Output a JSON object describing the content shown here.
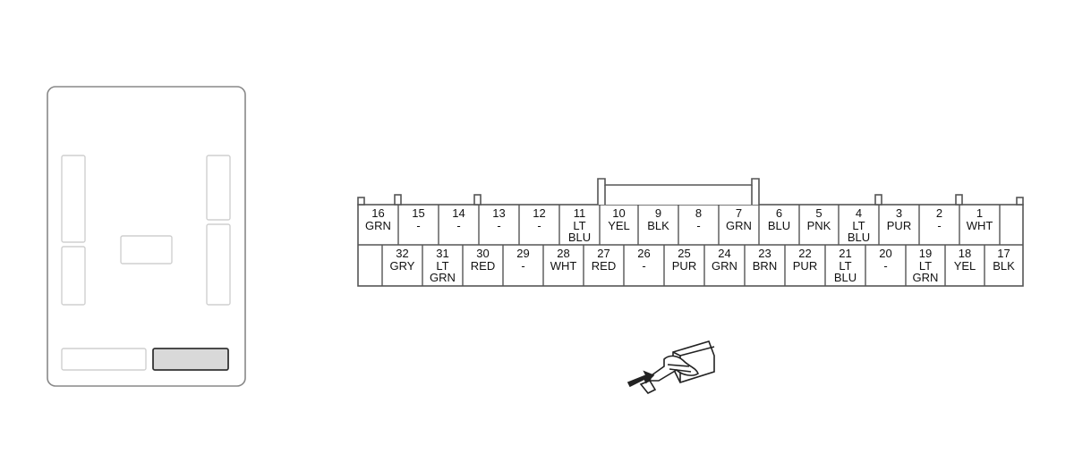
{
  "connector": {
    "top_row": [
      {
        "num": "16",
        "color": [
          "GRN"
        ]
      },
      {
        "num": "15",
        "color": [
          "-"
        ]
      },
      {
        "num": "14",
        "color": [
          "-"
        ]
      },
      {
        "num": "13",
        "color": [
          "-"
        ]
      },
      {
        "num": "12",
        "color": [
          "-"
        ]
      },
      {
        "num": "11",
        "color": [
          "LT",
          "BLU"
        ]
      },
      {
        "num": "10",
        "color": [
          "YEL"
        ]
      },
      {
        "num": "9",
        "color": [
          "BLK"
        ]
      },
      {
        "num": "8",
        "color": [
          "-"
        ]
      },
      {
        "num": "7",
        "color": [
          "GRN"
        ]
      },
      {
        "num": "6",
        "color": [
          "BLU"
        ]
      },
      {
        "num": "5",
        "color": [
          "PNK"
        ]
      },
      {
        "num": "4",
        "color": [
          "LT",
          "BLU"
        ]
      },
      {
        "num": "3",
        "color": [
          "PUR"
        ]
      },
      {
        "num": "2",
        "color": [
          "-"
        ]
      },
      {
        "num": "1",
        "color": [
          "WHT"
        ]
      }
    ],
    "bottom_row": [
      {
        "num": "32",
        "color": [
          "GRY"
        ]
      },
      {
        "num": "31",
        "color": [
          "LT",
          "GRN"
        ]
      },
      {
        "num": "30",
        "color": [
          "RED"
        ]
      },
      {
        "num": "29",
        "color": [
          "-"
        ]
      },
      {
        "num": "28",
        "color": [
          "WHT"
        ]
      },
      {
        "num": "27",
        "color": [
          "RED"
        ]
      },
      {
        "num": "26",
        "color": [
          "-"
        ]
      },
      {
        "num": "25",
        "color": [
          "PUR"
        ]
      },
      {
        "num": "24",
        "color": [
          "GRN"
        ]
      },
      {
        "num": "23",
        "color": [
          "BRN"
        ]
      },
      {
        "num": "22",
        "color": [
          "PUR"
        ]
      },
      {
        "num": "21",
        "color": [
          "LT",
          "BLU"
        ]
      },
      {
        "num": "20",
        "color": [
          "-"
        ]
      },
      {
        "num": "19",
        "color": [
          "LT",
          "GRN"
        ]
      },
      {
        "num": "18",
        "color": [
          "YEL"
        ]
      },
      {
        "num": "17",
        "color": [
          "BLK"
        ]
      }
    ]
  },
  "colors": {
    "outline": "#555555",
    "panel_outline": "#888888",
    "light_outline": "#cccccc",
    "highlight_fill": "#d9d9d9"
  },
  "icons": {
    "locator": "component-locator-panel",
    "harness_view": "terminal-side-hand-icon"
  }
}
